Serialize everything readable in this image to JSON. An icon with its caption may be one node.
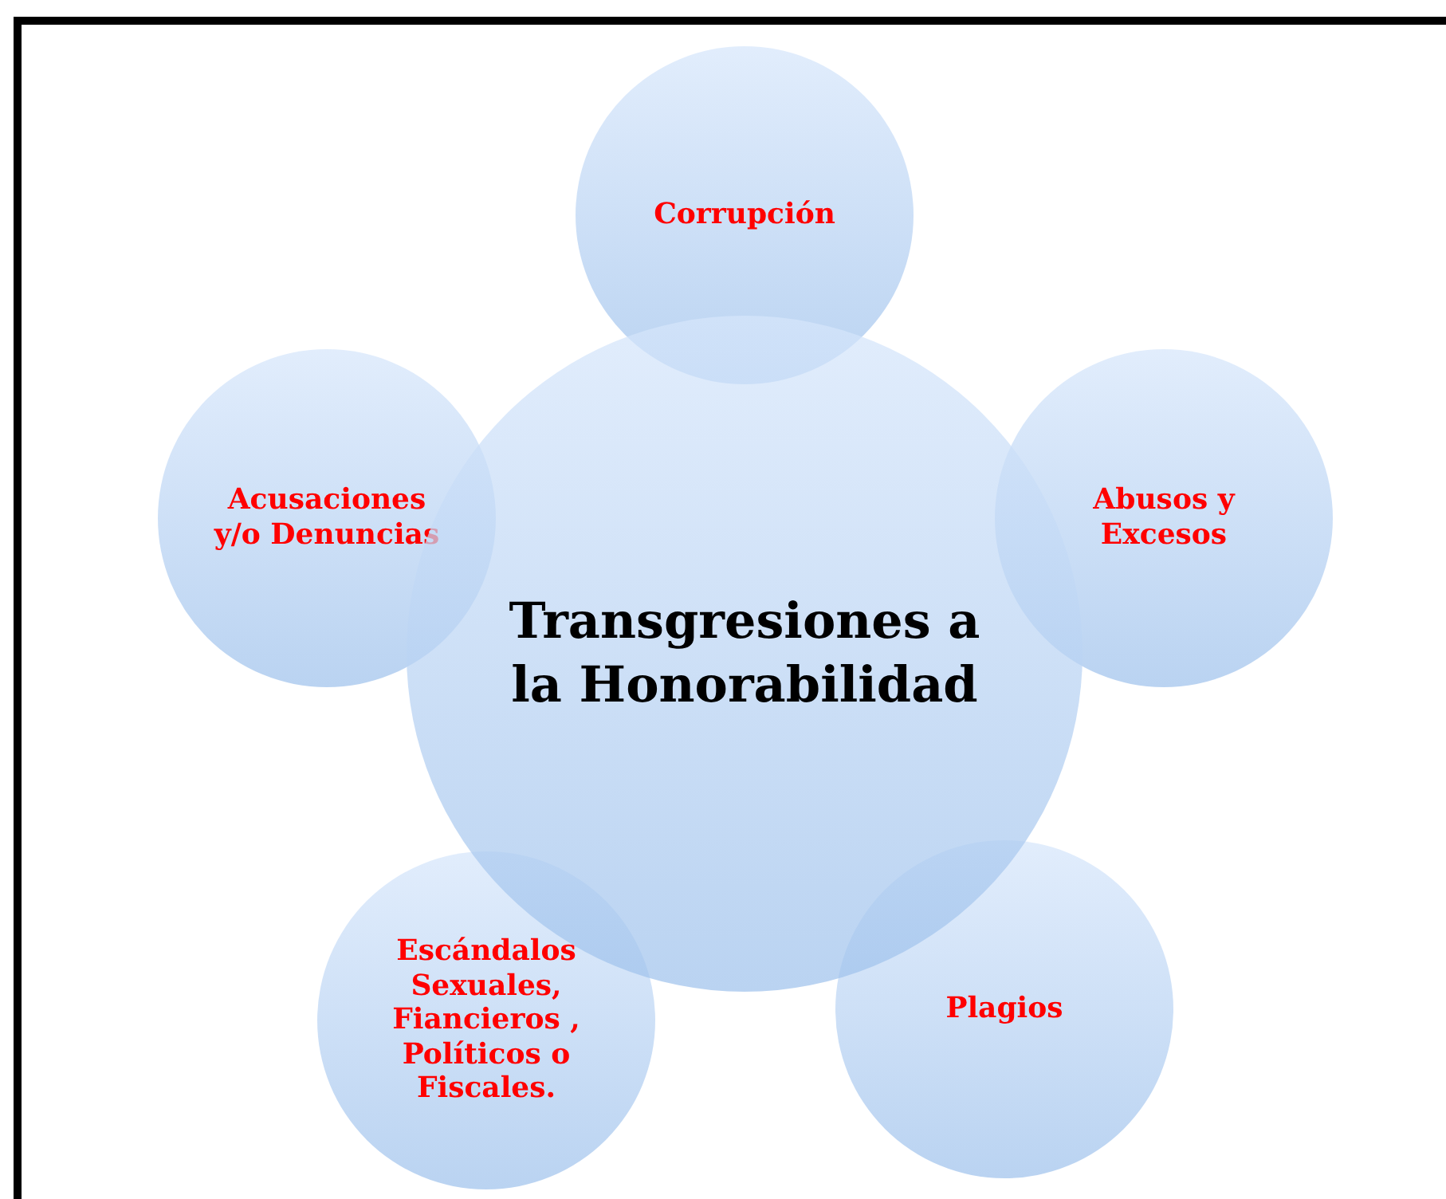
{
  "diagram": {
    "nodes": [
      {
        "text": [
          "Transgresiones a la Honorabilidad"
        ]
      },
      {
        "text": [
          "Corrupción"
        ]
      },
      {
        "text": [
          "Abusos y Excesos"
        ]
      },
      {
        "text": [
          "Plagios"
        ]
      },
      {
        "text": [
          "Escándalos Sexuales, Fiancieros , Políticos o Fiscales."
        ]
      },
      {
        "text": [
          "Acusaciones y/o Denuncias"
        ]
      }
    ]
  }
}
